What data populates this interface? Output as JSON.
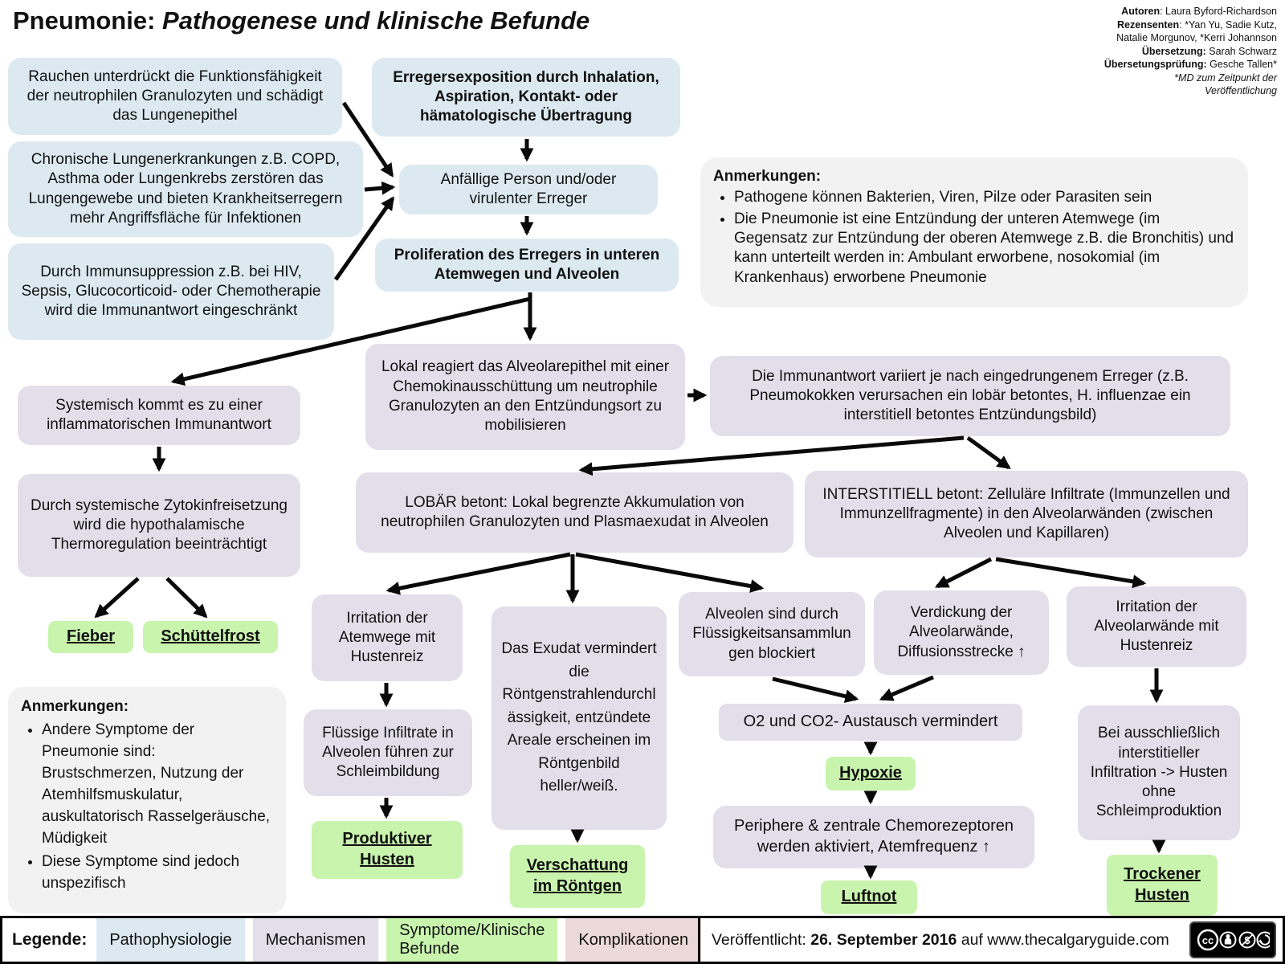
{
  "title": {
    "prefix": "Pneumonie:",
    "rest": " Pathogenese und klinische Befunde"
  },
  "credits": {
    "autoren_label": "Autoren",
    "autoren": ": Laura Byford-Richardson",
    "rezensenten_label": "Rezensenten",
    "rezensenten": ": *Yan Yu, Sadie Kutz,",
    "rezensenten2": "Natalie Morgunov, *Kerri Johannson",
    "uebersetzung_label": "Übersetzung:",
    "uebersetzung": " Sarah Schwarz",
    "pruefung_label": "Übersetungsprüfung:",
    "pruefung": " Gesche Tallen*",
    "footnote1": "*MD zum Zeitpunkt der",
    "footnote2": "Veröffentlichung"
  },
  "nodes": {
    "rauchen": "Rauchen unterdrückt die Funktionsfähigkeit der neutrophilen Granulozyten und schädigt das Lungenepithel",
    "chronisch": "Chronische Lungenerkrankungen z.B. COPD, Asthma oder Lungenkrebs zerstören das Lungengewebe und bieten Krankheitserregern mehr Angriffsfläche für Infektionen",
    "immunsuppression": "Durch Immunsuppression z.B. bei HIV, Sepsis, Glucocorticoid- oder Chemotherapie wird die Immunantwort eingeschränkt",
    "exposition": "Erregersexposition durch Inhalation, Aspiration, Kontakt- oder hämatologische Übertragung",
    "anfaellig": "Anfällige Person und/oder virulenter Erreger",
    "proliferation": "Proliferation des Erregers in unteren Atemwegen und Alveolen",
    "lokal": "Lokal reagiert das Alveolarepithel mit einer Chemokinausschüttung um neutrophile Granulozyten an den Entzündungsort zu mobilisieren",
    "immunantwort_variiert": "Die Immunantwort variiert je nach eingedrungenem Erreger (z.B. Pneumokokken verursachen ein lobär betontes, H. influenzae ein interstitiell betontes Entzündungsbild)",
    "systemisch": "Systemisch kommt es zu einer inflammatorischen Immunantwort",
    "zytokin": "Durch systemische Zytokinfreisetzung wird die hypothalamische Thermoregulation beeinträchtigt",
    "fieber": "Fieber",
    "schuettelfrost": "Schüttelfrost",
    "lobar": "LOBÄR betont: Lokal begrenzte Akkumulation von neutrophilen Granulozyten und Plasmaexudat in Alveolen",
    "interstitiell": "INTERSTITIELL betont: Zelluläre Infiltrate (Immunzellen und Immunzellfragmente) in den Alveolarwänden (zwischen Alveolen und Kapillaren)",
    "irritation_atemwege": "Irritation der Atemwege mit Hustenreiz",
    "fluessige_infiltrate": "Flüssige Infiltrate in Alveolen führen zur Schleimbildung",
    "produktiver_husten": "Produktiver Husten",
    "exudat": "Das Exudat vermindert die Röntgenstrahlendurchlässigkeit, entzündete Areale erscheinen im Röntgenbild heller/weiß.",
    "verschattung": "Verschattung im Röntgen",
    "alveolen_blockiert": "Alveolen sind durch Flüssigkeitsansammlungen blockiert",
    "verdickung": "Verdickung der Alveolarwände, Diffusionsstrecke ↑",
    "irritation_alveolarwaende": "Irritation der Alveolarwände mit Hustenreiz",
    "o2co2": "O2 und CO2- Austausch vermindert",
    "hypoxie": "Hypoxie",
    "chemorezeptoren": "Periphere & zentrale Chemorezeptoren werden aktiviert, Atemfrequenz ↑",
    "luftnot": "Luftnot",
    "interstitielle_infiltration": "Bei ausschließlich interstitieller Infiltration -> Husten ohne Schleimproduktion",
    "trockener_husten": "Trockener Husten"
  },
  "notes1": {
    "heading": "Anmerkungen:",
    "items": [
      "Pathogene können Bakterien, Viren, Pilze oder Parasiten sein",
      "Die Pneumonie ist eine Entzündung der unteren Atemwege (im Gegensatz zur Entzündung der oberen Atemwege z.B. die Bronchitis) und kann unterteilt werden in: Ambulant erworbene, nosokomial (im Krankenhaus) erworbene Pneumonie"
    ]
  },
  "notes2": {
    "heading": "Anmerkungen:",
    "items": [
      "Andere Symptome der Pneumonie sind: Brustschmerzen, Nutzung der Atemhilfsmuskulatur, auskultatorisch Rasselgeräusche, Müdigkeit",
      "Diese Symptome sind jedoch unspezifisch"
    ]
  },
  "legend": {
    "label": "Legende:",
    "items": [
      {
        "label": "Pathophysiologie",
        "color": "#dce9f1"
      },
      {
        "label": "Mechanismen",
        "color": "#e2dfeb"
      },
      {
        "label": "Symptome/Klinische Befunde",
        "color": "#c9f4ae"
      },
      {
        "label": "Komplikationen",
        "color": "#ecd9d9"
      }
    ]
  },
  "footer": {
    "published_label": "Veröffentlicht: ",
    "published_date": "26. September 2016",
    "published_suffix": " auf www.thecalgaryguide.com"
  },
  "colors": {
    "pathophysiologie_blue": "#dce9f1",
    "mechanismen_lavender": "#e2dfeb",
    "symptome_green": "#c9f4ae",
    "komplikationen_pink": "#ecd9d9",
    "note_gray": "#f2f2f2",
    "arrow_black": "#0a0a0a"
  }
}
